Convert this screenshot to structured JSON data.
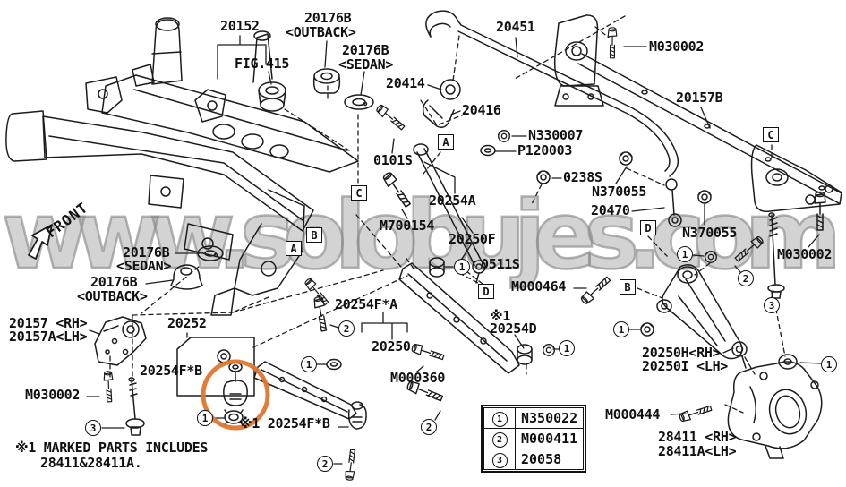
{
  "watermark": {
    "text": "www.solobujes.com",
    "color": "#8f8f8f"
  },
  "front": {
    "label": "FRONT"
  },
  "highlight": {
    "color": "#e0762e"
  },
  "labels": [
    {
      "text": "20152"
    },
    {
      "text": "20176B"
    },
    {
      "text": "<OUTBACK>"
    },
    {
      "text": "20176B"
    },
    {
      "text": "<SEDAN>"
    },
    {
      "text": "FIG.415"
    },
    {
      "text": "20451"
    },
    {
      "text": "M030002"
    },
    {
      "text": "20414"
    },
    {
      "text": "20416"
    },
    {
      "text": "20157B"
    },
    {
      "text": "0101S"
    },
    {
      "text": "N330007"
    },
    {
      "text": "P120003"
    },
    {
      "text": "0238S"
    },
    {
      "text": "N370055"
    },
    {
      "text": "20254A"
    },
    {
      "text": "20470"
    },
    {
      "text": "M700154"
    },
    {
      "text": "N370055"
    },
    {
      "text": "20250F"
    },
    {
      "text": "M030002"
    },
    {
      "text": "0511S"
    },
    {
      "text": "M000464"
    },
    {
      "text": "※1"
    },
    {
      "text": "20254D"
    },
    {
      "text": "20157 <RH>"
    },
    {
      "text": "20157A<LH>"
    },
    {
      "text": "20176B"
    },
    {
      "text": "<SEDAN>"
    },
    {
      "text": "20176B"
    },
    {
      "text": "<OUTBACK>"
    },
    {
      "text": "20252"
    },
    {
      "text": "20254F*A"
    },
    {
      "text": "20250"
    },
    {
      "text": "M000360"
    },
    {
      "text": "20254F*B"
    },
    {
      "text": "M030002"
    },
    {
      "text": "20250H<RH>"
    },
    {
      "text": "20250I <LH>"
    },
    {
      "text": "M000444"
    },
    {
      "text": "28411 <RH>"
    },
    {
      "text": "28411A<LH>"
    },
    {
      "text": "※1 MARKED PARTS INCLUDES"
    },
    {
      "text": "28411&28411A."
    },
    {
      "text": "※1 20254F*B"
    }
  ],
  "boxes": [
    {
      "letter": "A"
    },
    {
      "letter": "C"
    },
    {
      "letter": "A"
    },
    {
      "letter": "B"
    },
    {
      "letter": "D"
    },
    {
      "letter": "D"
    },
    {
      "letter": "B"
    },
    {
      "letter": "C"
    }
  ],
  "callouts": [
    {
      "num": "1"
    },
    {
      "num": "1"
    },
    {
      "num": "1"
    },
    {
      "num": "1"
    },
    {
      "num": "1"
    },
    {
      "num": "1"
    },
    {
      "num": "1"
    },
    {
      "num": "2"
    },
    {
      "num": "2"
    },
    {
      "num": "2"
    },
    {
      "num": "2"
    },
    {
      "num": "3"
    },
    {
      "num": "3"
    }
  ],
  "legend": {
    "rows": [
      {
        "num": "1",
        "code": "N350022"
      },
      {
        "num": "2",
        "code": "M000411"
      },
      {
        "num": "3",
        "code": "20058"
      }
    ]
  }
}
